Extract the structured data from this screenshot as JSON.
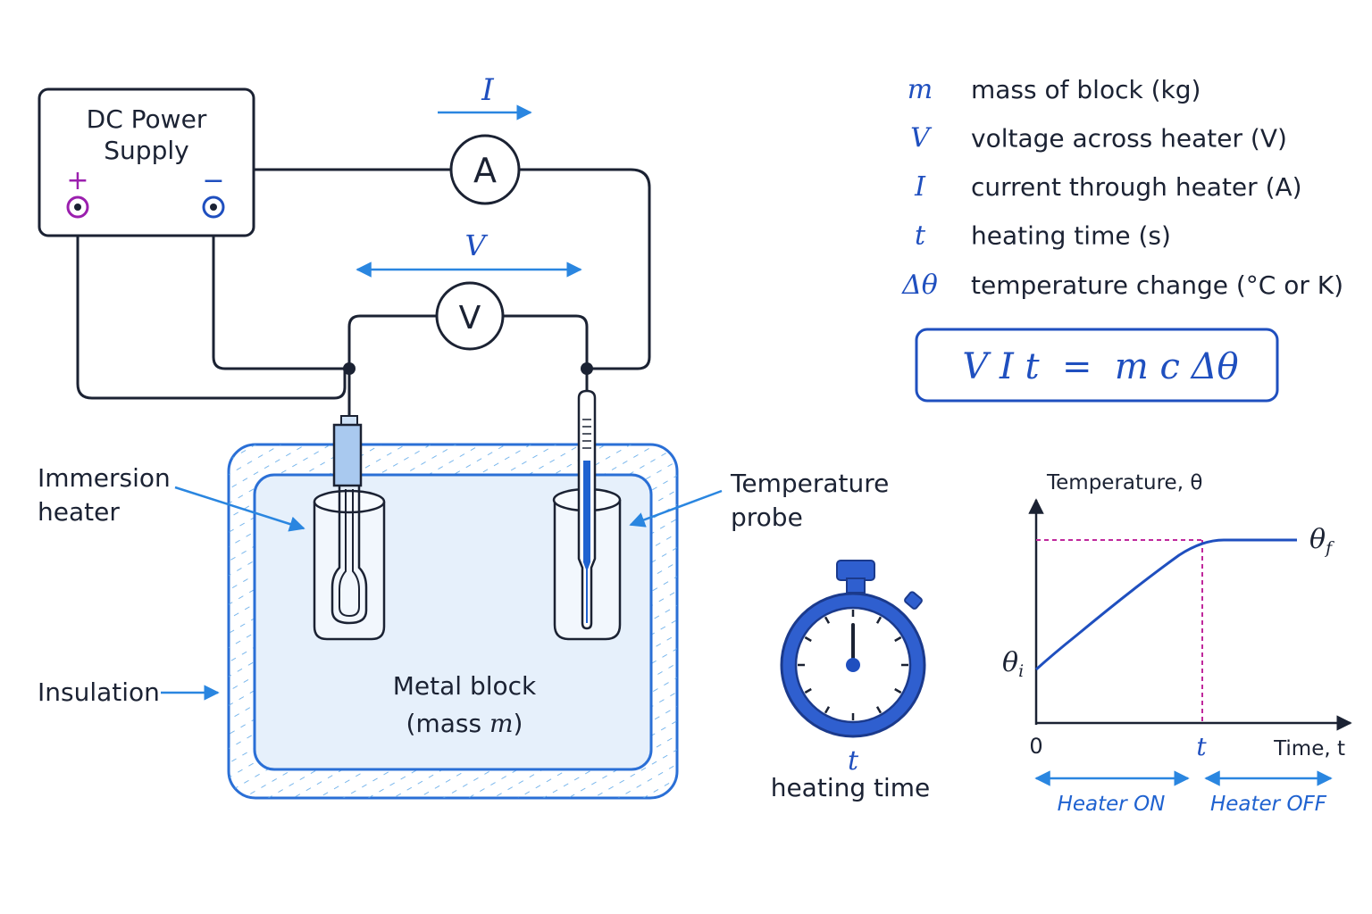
{
  "power_supply": {
    "line1": "DC Power",
    "line2": "Supply",
    "plus": "+",
    "minus": "−"
  },
  "meters": {
    "ammeter": "A",
    "voltmeter": "V"
  },
  "arrows": {
    "current_symbol": "I",
    "voltage_symbol": "V"
  },
  "labels": {
    "heater_line1": "Immersion",
    "heater_line2": "heater",
    "probe_line1": "Temperature",
    "probe_line2": "probe",
    "insulation": "Insulation",
    "block_line1": "Metal block",
    "block_line2_prefix": "(mass ",
    "block_line2_var": "m",
    "block_line2_suffix": ")"
  },
  "stopwatch": {
    "symbol": "t",
    "caption": "heating time"
  },
  "legend": [
    {
      "symbol": "m",
      "description": "mass of block (kg)"
    },
    {
      "symbol": "V",
      "description": "voltage across heater (V)"
    },
    {
      "symbol": "I",
      "description": "current through heater (A)"
    },
    {
      "symbol": "t",
      "description": "heating time (s)"
    },
    {
      "symbol": "Δθ",
      "description": "temperature change (°C or K)"
    }
  ],
  "equation": "V I t  =  m c Δθ",
  "graph": {
    "y_axis_label": "Temperature, θ",
    "x_axis_label": "Time, t",
    "origin_label": "0",
    "t_label": "t",
    "theta_i": {
      "base": "θ",
      "sub": "i"
    },
    "theta_f": {
      "base": "θ",
      "sub": "f"
    },
    "heater_on": "Heater ON",
    "heater_off": "Heater OFF"
  },
  "colors": {
    "accent": "#1f4fbf",
    "pointer": "#2a86e0",
    "wire": "#1b2233",
    "block_fill": "#e6f0fb",
    "positive_terminal": "#9b1fae",
    "guide_dash": "#c0289c"
  },
  "icons": [
    "ammeter-icon",
    "voltmeter-icon",
    "immersion-heater-icon",
    "temperature-probe-icon",
    "stopwatch-icon"
  ]
}
